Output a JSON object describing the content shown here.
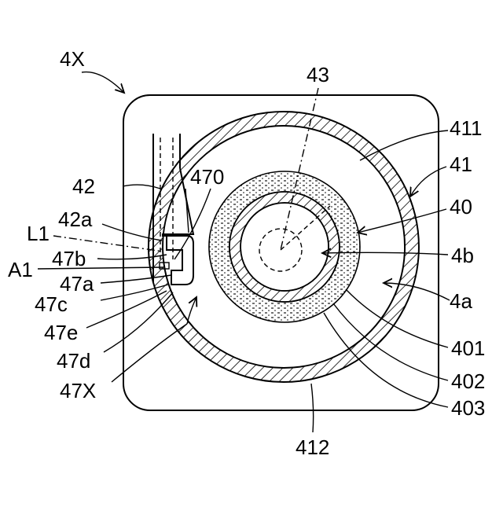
{
  "figure": {
    "labels": {
      "ref_4X": "4X",
      "ref_43": "43",
      "ref_411": "411",
      "ref_41": "41",
      "ref_40": "40",
      "ref_470": "470",
      "ref_42": "42",
      "ref_42a": "42a",
      "ref_L1": "L1",
      "ref_47b": "47b",
      "ref_A1": "A1",
      "ref_47a": "47a",
      "ref_47c": "47c",
      "ref_47e": "47e",
      "ref_47d": "47d",
      "ref_47X": "47X",
      "ref_4b": "4b",
      "ref_4a": "4a",
      "ref_401": "401",
      "ref_402": "402",
      "ref_403": "403",
      "ref_412": "412"
    }
  }
}
